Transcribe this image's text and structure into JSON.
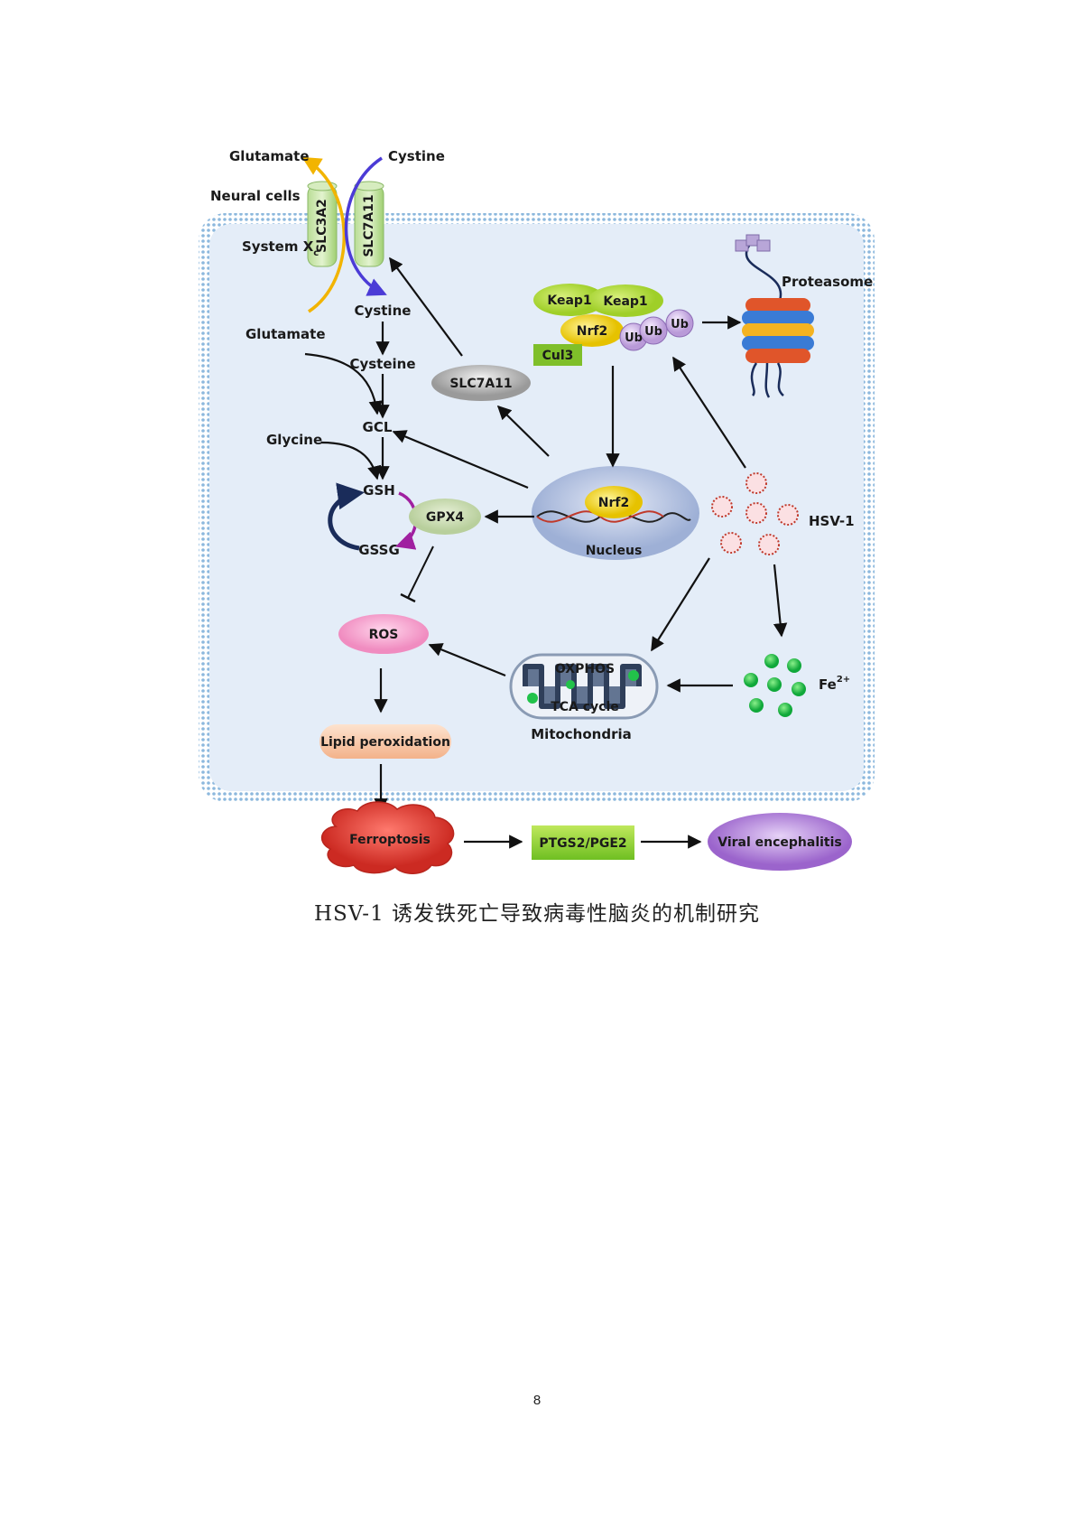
{
  "diagram": {
    "labels": {
      "glutamate_out": "Glutamate",
      "cystine_out": "Cystine",
      "neural_cells": "Neural cells",
      "system_xc": "System X",
      "system_xc_sub": "c",
      "slc3a2": "SLC3A2",
      "slc7a11_membrane": "SLC7A11",
      "cystine_in": "Cystine",
      "glutamate_in": "Glutamate",
      "cysteine": "Cysteine",
      "gcl": "GCL",
      "glycine": "Glycine",
      "gsh": "GSH",
      "gssg": "GSSG",
      "gpx4": "GPX4",
      "slc7a11": "SLC7A11",
      "keap1_a": "Keap1",
      "keap1_b": "Keap1",
      "nrf2_cyto": "Nrf2",
      "cul3": "Cul3",
      "ub_1": "Ub",
      "ub_2": "Ub",
      "ub_3": "Ub",
      "proteasome": "Proteasome",
      "nrf2_nucleus": "Nrf2",
      "nucleus": "Nucleus",
      "hsv1": "HSV-1",
      "ros": "ROS",
      "oxphos": "OXPHOS",
      "tca_cycle": "TCA cycle",
      "mitochondria": "Mitochondria",
      "fe": "Fe",
      "fe_charge": "2+",
      "lipid_peroxidation": "Lipid peroxidation",
      "ferroptosis": "Ferroptosis",
      "ptgs2_pge2": "PTGS2/PGE2",
      "viral_encephalitis": "Viral encephalitis"
    }
  },
  "caption": "HSV-1 诱发铁死亡导致病毒性脑炎的机制研究",
  "page_number": "8"
}
